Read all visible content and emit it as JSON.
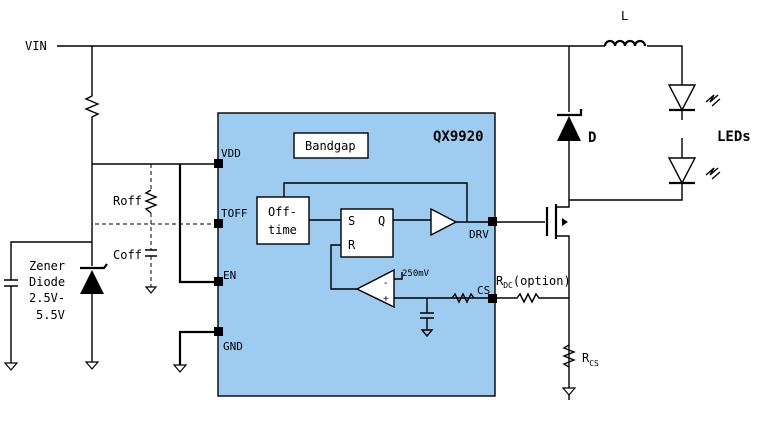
{
  "supply": {
    "vin": "VIN"
  },
  "chip": {
    "name": "QX9920",
    "fill": "#9ecbf0",
    "bandgap": "Bandgap",
    "offtime_line1": "Off-",
    "offtime_line2": "time",
    "ff_s": "S",
    "ff_q": "Q",
    "ff_r": "R",
    "ref_voltage": "250mV",
    "pins": {
      "vdd": "VDD",
      "toff": "TOFF",
      "en": "EN",
      "gnd": "GND",
      "drv": "DRV",
      "cs": "CS"
    }
  },
  "components": {
    "inductor": "L",
    "diode": "D",
    "leds": "LEDs",
    "roff": "Roff",
    "coff": "Coff",
    "zener_line1": "Zener",
    "zener_line2": "Diode",
    "zener_line3": "2.5V-",
    "zener_line4": "5.5V",
    "rdc_r": "R",
    "rdc_sub": "DC",
    "rdc_suffix": "(option)",
    "rcs_r": "R",
    "rcs_sub": "CS"
  }
}
